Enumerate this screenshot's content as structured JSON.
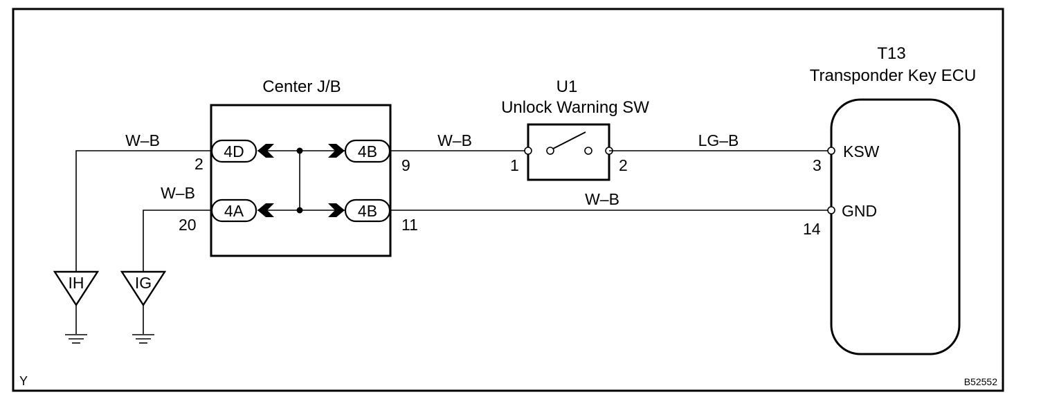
{
  "components": {
    "junction_block": {
      "name": "Center J/B"
    },
    "switch": {
      "code": "U1",
      "name": "Unlock Warning SW"
    },
    "ecu": {
      "code": "T13",
      "name": "Transponder Key ECU"
    }
  },
  "connectors": {
    "left_top": "4D",
    "left_bottom": "4A",
    "right_top": "4B",
    "right_bottom": "4B"
  },
  "wires": {
    "left_top": "W–B",
    "left_bottom": "W–B",
    "jb_to_switch": "W–B",
    "switch_to_ecu": "LG–B",
    "jb_to_ecu_gnd": "W–B"
  },
  "pins": {
    "jb_left_top": "2",
    "jb_left_bottom": "20",
    "jb_right_top": "9",
    "jb_right_bottom": "11",
    "switch_in": "1",
    "switch_out": "2",
    "ecu_ksw": "3",
    "ecu_gnd": "14"
  },
  "ecu_terminals": {
    "ksw": "KSW",
    "gnd": "GND"
  },
  "grounds": {
    "ih": "IH",
    "ig": "IG"
  },
  "corner": {
    "left": "Y",
    "right": "B52552"
  },
  "colors": {
    "line": "#000000",
    "background": "#ffffff"
  }
}
